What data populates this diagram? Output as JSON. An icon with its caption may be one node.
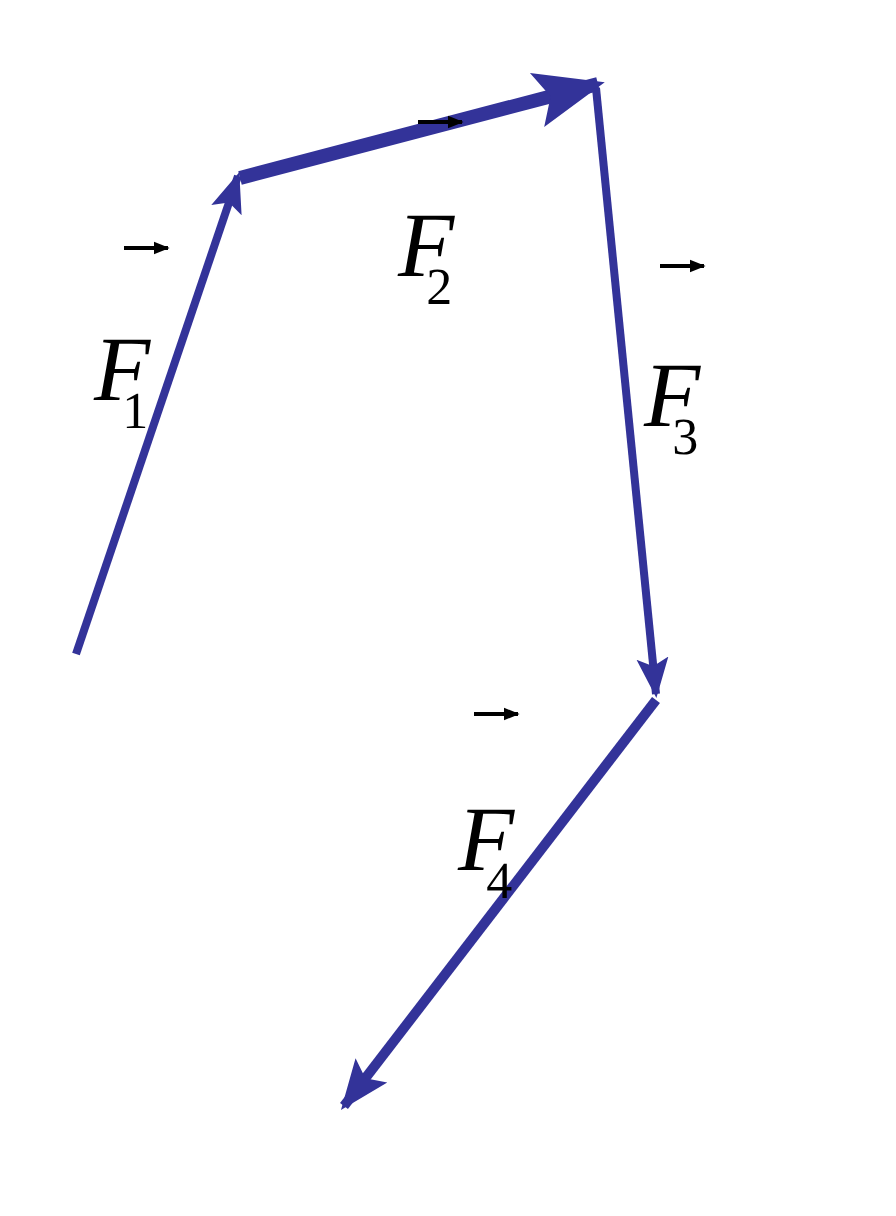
{
  "diagram": {
    "labels": [
      "F$_{1}$",
      "F$_{2}$",
      "F$_{3}$",
      "F$_{4}$"
    ]
  }
}
